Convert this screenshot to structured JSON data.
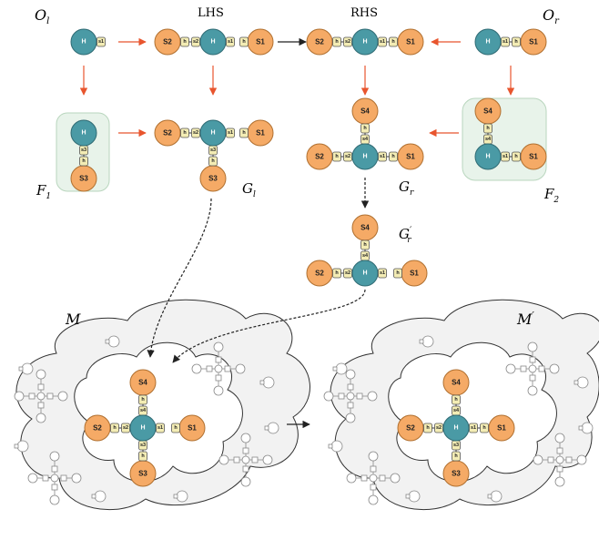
{
  "labels": {
    "o_l": "O",
    "o_l_sub": "l",
    "lhs": "LHS",
    "rhs": "RHS",
    "o_r": "O",
    "o_r_sub": "r",
    "f1": "F",
    "f1_sub": "1",
    "f2": "F",
    "f2_sub": "2",
    "g_l": "G",
    "g_l_sub": "l",
    "g_r": "G",
    "g_r_sub": "r",
    "g_r_prime": "G",
    "g_r_prime_sub": "r",
    "g_r_prime_mark": "′",
    "m": "M",
    "m_prime": "M",
    "m_prime_mark": "′"
  },
  "node_text": {
    "hub": "H",
    "s1": "S1",
    "s2": "S2",
    "s3": "S3",
    "s4": "S4",
    "h": "h",
    "port_s1": "s1",
    "port_s2": "s2",
    "port_s3": "s3",
    "port_s4": "s4"
  },
  "colors": {
    "hub": "#4a9aa5",
    "satellite": "#f5aa66",
    "port": "#f3ecb4",
    "arrow_red": "#e8552e",
    "arrow_black": "#222222",
    "cloud": "#f2f2f2",
    "frame_green": "#e8f3ea"
  }
}
